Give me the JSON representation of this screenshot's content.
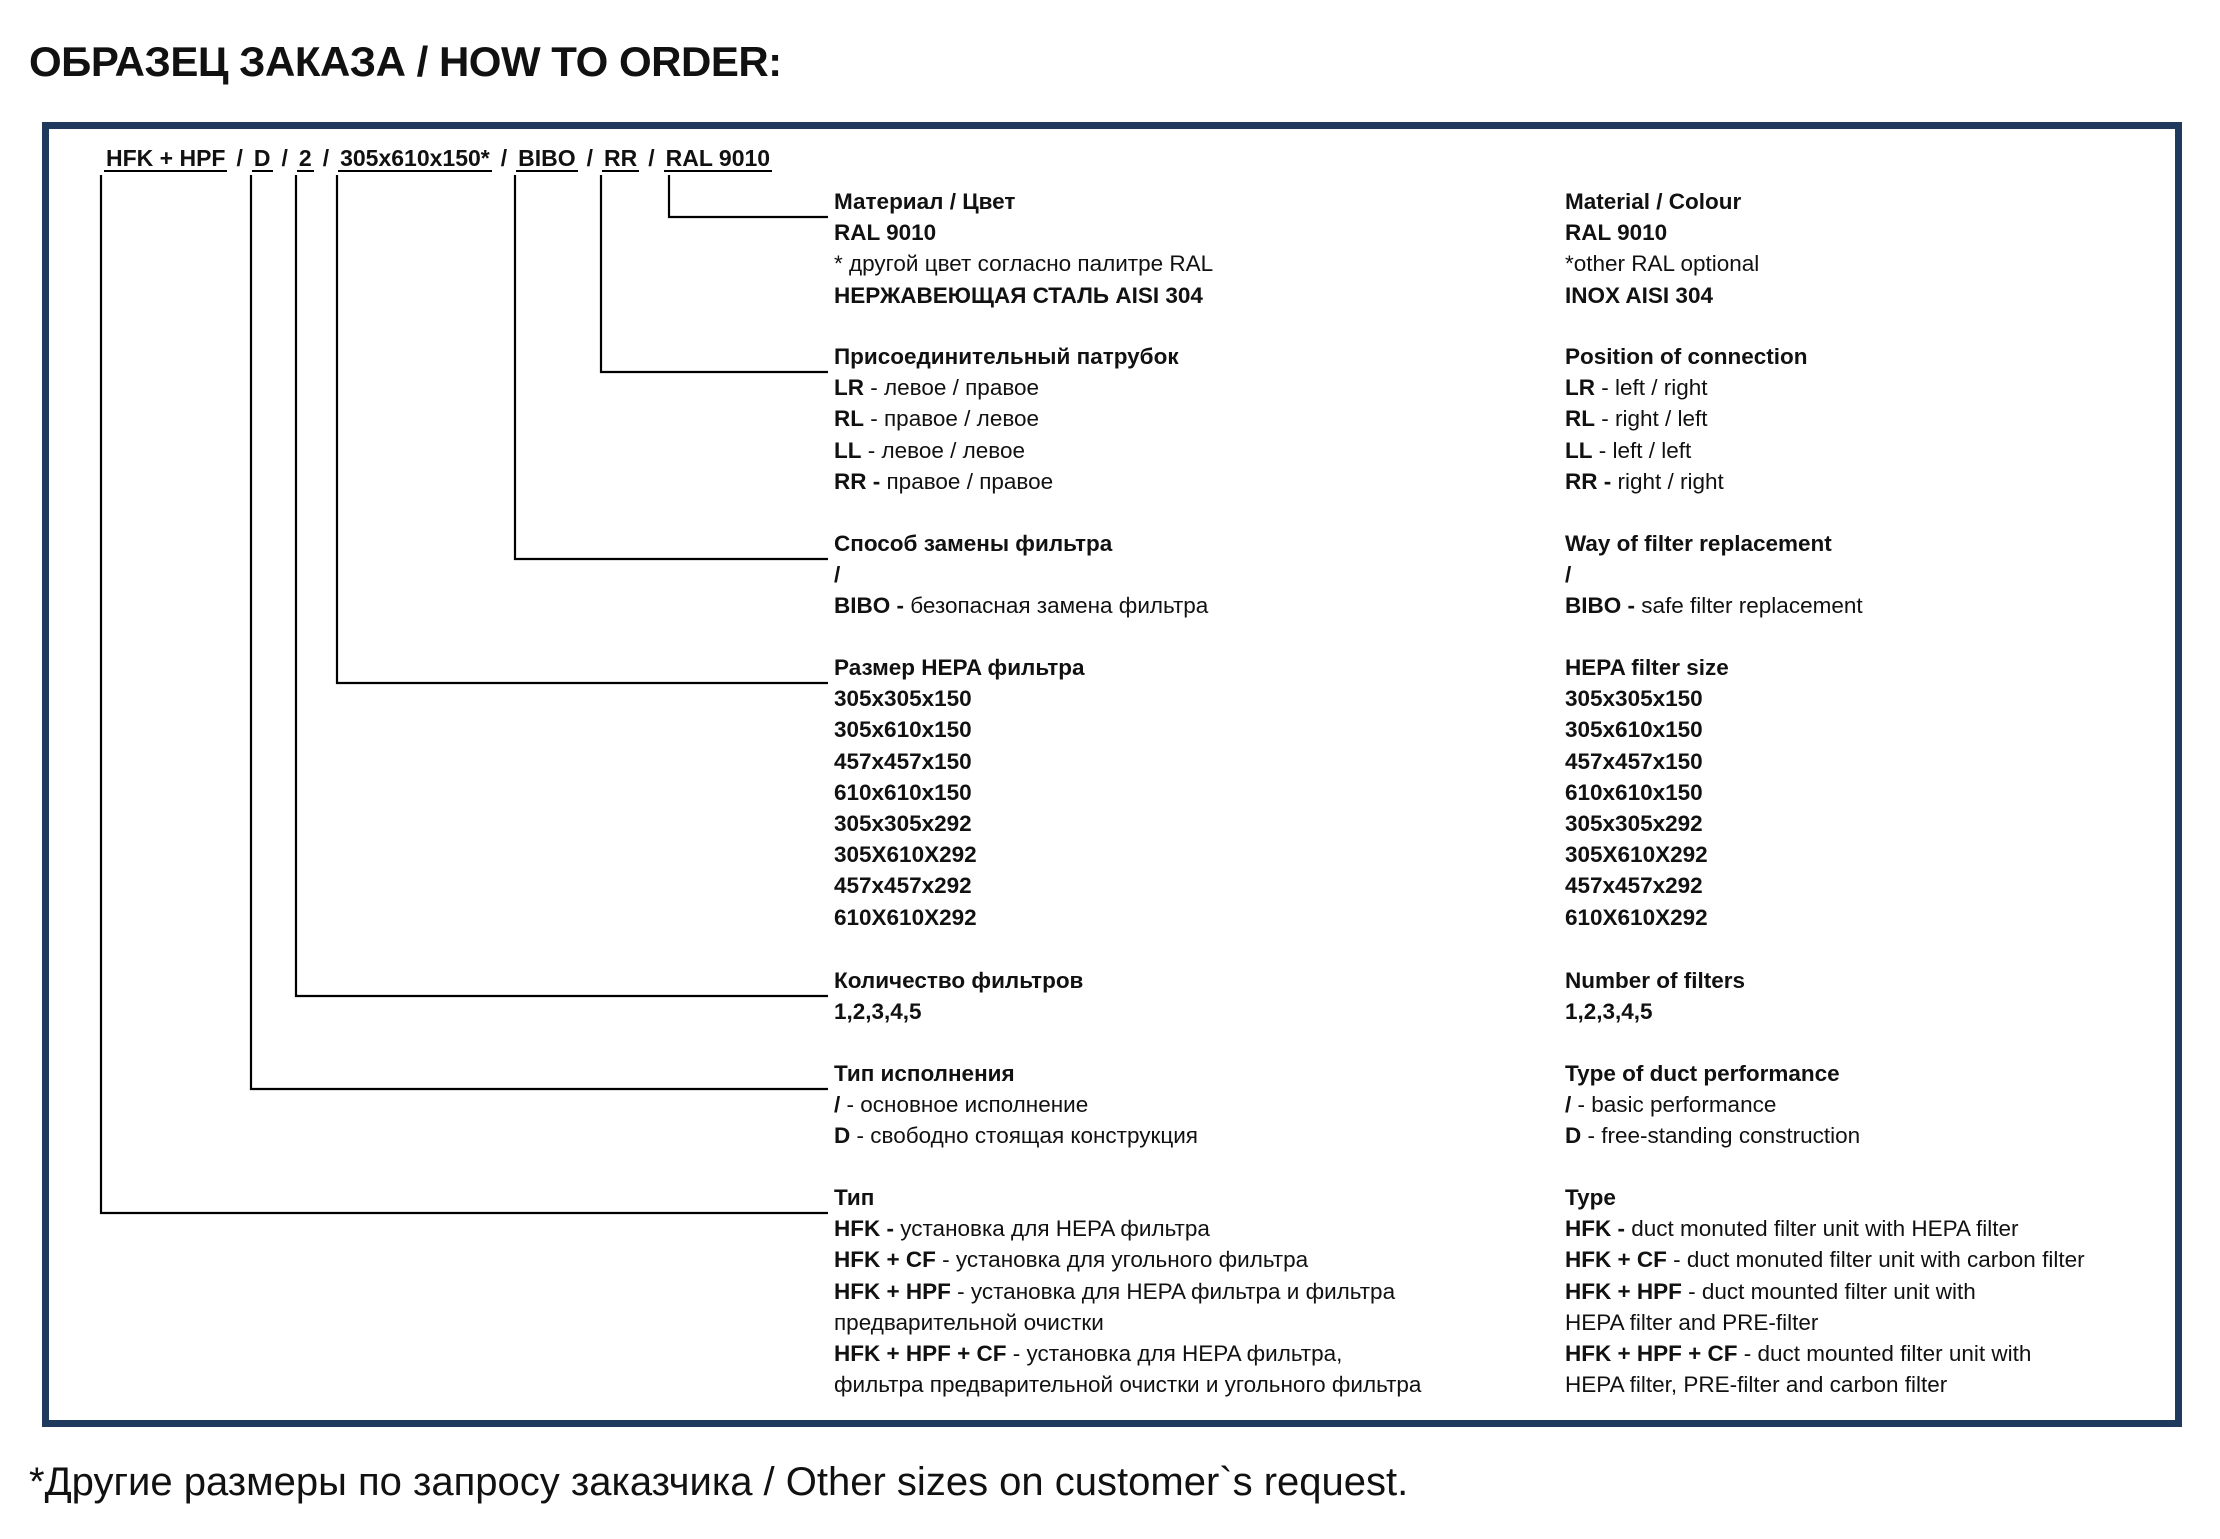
{
  "title": "ОБРАЗЕЦ ЗАКАЗА / HOW TO ORDER:",
  "order_code": {
    "segments": [
      "HFK + HPF",
      "D",
      "2",
      "305x610x150*",
      "BIBO",
      "RR",
      "RAL 9010"
    ],
    "separator": "/"
  },
  "sections": [
    {
      "ru_heading": "Материал / Цвет",
      "en_heading": "Material / Colour",
      "ru_lines": [
        [
          {
            "t": "RAL 9010",
            "b": true
          }
        ],
        [
          {
            "t": " * другой цвет согласно палитре RAL",
            "b": false
          }
        ],
        [
          {
            "t": "НЕРЖАВЕЮЩАЯ СТАЛЬ AISI 304",
            "b": true
          }
        ]
      ],
      "en_lines": [
        [
          {
            "t": "RAL 9010",
            "b": true
          }
        ],
        [
          {
            "t": "*other RAL optional",
            "b": false
          }
        ],
        [
          {
            "t": "INOX AISI 304",
            "b": true
          }
        ]
      ]
    },
    {
      "ru_heading": "Присоединительный патрубок",
      "en_heading": "Position of connection",
      "ru_lines": [
        [
          {
            "t": "LR",
            "b": true
          },
          {
            "t": " - левое / правое",
            "b": false
          }
        ],
        [
          {
            "t": "RL",
            "b": true
          },
          {
            "t": " - правое / левое",
            "b": false
          }
        ],
        [
          {
            "t": "LL",
            "b": true
          },
          {
            "t": " - левое / левое",
            "b": false
          }
        ],
        [
          {
            "t": "RR -",
            "b": true
          },
          {
            "t": " правое / правое",
            "b": false
          }
        ]
      ],
      "en_lines": [
        [
          {
            "t": "LR",
            "b": true
          },
          {
            "t": " - left / right",
            "b": false
          }
        ],
        [
          {
            "t": "RL",
            "b": true
          },
          {
            "t": " - right / left",
            "b": false
          }
        ],
        [
          {
            "t": "LL",
            "b": true
          },
          {
            "t": " - left / left",
            "b": false
          }
        ],
        [
          {
            "t": "RR -",
            "b": true
          },
          {
            "t": " right / right",
            "b": false
          }
        ]
      ]
    },
    {
      "ru_heading": "Способ замены фильтра",
      "en_heading": "Way of filter replacement",
      "ru_lines": [
        [
          {
            "t": "/",
            "b": true
          }
        ],
        [
          {
            "t": "BIBO -",
            "b": true
          },
          {
            "t": " безопасная замена фильтра",
            "b": false
          }
        ]
      ],
      "en_lines": [
        [
          {
            "t": "/",
            "b": true
          }
        ],
        [
          {
            "t": "BIBO -",
            "b": true
          },
          {
            "t": " safe filter replacement",
            "b": false
          }
        ]
      ]
    },
    {
      "ru_heading": "Размер HEPA фильтра",
      "en_heading": "HEPA filter size",
      "ru_lines": [
        [
          {
            "t": "305x305x150",
            "b": true
          }
        ],
        [
          {
            "t": "305x610x150",
            "b": true
          }
        ],
        [
          {
            "t": "457x457x150",
            "b": true
          }
        ],
        [
          {
            "t": "610x610x150",
            "b": true
          }
        ],
        [
          {
            "t": "305x305x292",
            "b": true
          }
        ],
        [
          {
            "t": "305X610X292",
            "b": true
          }
        ],
        [
          {
            "t": "457x457x292",
            "b": true
          }
        ],
        [
          {
            "t": "610X610X292",
            "b": true
          }
        ]
      ],
      "en_lines": [
        [
          {
            "t": "305x305x150",
            "b": true
          }
        ],
        [
          {
            "t": "305x610x150",
            "b": true
          }
        ],
        [
          {
            "t": "457x457x150",
            "b": true
          }
        ],
        [
          {
            "t": "610x610x150",
            "b": true
          }
        ],
        [
          {
            "t": "305x305x292",
            "b": true
          }
        ],
        [
          {
            "t": "305X610X292",
            "b": true
          }
        ],
        [
          {
            "t": "457x457x292",
            "b": true
          }
        ],
        [
          {
            "t": "610X610X292",
            "b": true
          }
        ]
      ]
    },
    {
      "ru_heading": "Количество фильтров",
      "en_heading": "Number of filters",
      "ru_lines": [
        [
          {
            "t": "1,2,3,4,5",
            "b": true
          }
        ]
      ],
      "en_lines": [
        [
          {
            "t": "1,2,3,4,5",
            "b": true
          }
        ]
      ]
    },
    {
      "ru_heading": "Тип исполнения",
      "en_heading": "Type of duct performance",
      "ru_lines": [
        [
          {
            "t": "/",
            "b": true
          },
          {
            "t": " - основное исполнение",
            "b": false
          }
        ],
        [
          {
            "t": "D",
            "b": true
          },
          {
            "t": " - свободно стоящая конструкция",
            "b": false
          }
        ]
      ],
      "en_lines": [
        [
          {
            "t": "/",
            "b": true
          },
          {
            "t": " - basic performance",
            "b": false
          }
        ],
        [
          {
            "t": "D",
            "b": true
          },
          {
            "t": " - free-standing construction",
            "b": false
          }
        ]
      ]
    },
    {
      "ru_heading": "Тип",
      "en_heading": "Type",
      "ru_lines": [
        [
          {
            "t": "HFK -",
            "b": true
          },
          {
            "t": " установка для HEPA фильтра",
            "b": false
          }
        ],
        [
          {
            "t": "HFK + CF",
            "b": true
          },
          {
            "t": " - установка для  угольного фильтра",
            "b": false
          }
        ],
        [
          {
            "t": "HFK + HPF",
            "b": true
          },
          {
            "t": " - установка для HEPA фильтра и фильтра",
            "b": false
          }
        ],
        [
          {
            "t": "предварительной очистки",
            "b": false
          }
        ],
        [
          {
            "t": "HFK + HPF + CF",
            "b": true
          },
          {
            "t": " - установка для HEPA фильтра,",
            "b": false
          }
        ],
        [
          {
            "t": " фильтра предварительной очистки и угольного фильтра",
            "b": false
          }
        ]
      ],
      "en_lines": [
        [
          {
            "t": "HFK -",
            "b": true
          },
          {
            "t": " duct monuted filter unit with HEPA filter",
            "b": false
          }
        ],
        [
          {
            "t": "HFK + CF",
            "b": true
          },
          {
            "t": " - duct monuted filter unit with carbon filter",
            "b": false
          }
        ],
        [
          {
            "t": "HFK + HPF",
            "b": true
          },
          {
            "t": " - duct mounted filter unit with",
            "b": false
          }
        ],
        [
          {
            "t": "HEPA filter and PRE-filter",
            "b": false
          }
        ],
        [
          {
            "t": "HFK + HPF + CF",
            "b": true
          },
          {
            "t": " - duct mounted filter unit with",
            "b": false
          }
        ],
        [
          {
            "t": "HEPA filter, PRE-filter and carbon filter",
            "b": false
          }
        ]
      ]
    }
  ],
  "footnote": "*Другие размеры по запросу заказчика / Other sizes on customer`s request.",
  "colors": {
    "frame": "#1f3a5c",
    "text": "#111111",
    "lines": "#000000"
  }
}
